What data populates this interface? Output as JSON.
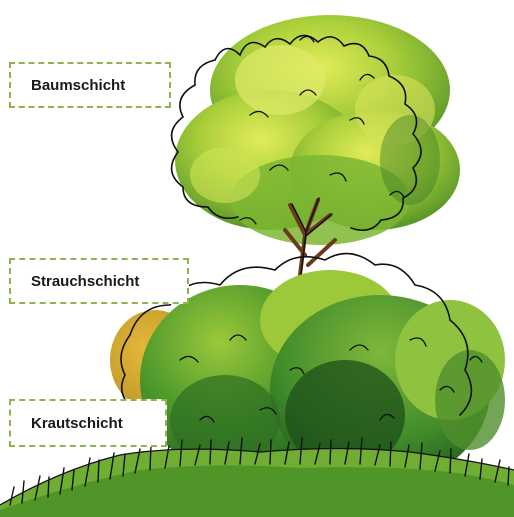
{
  "labels": {
    "tree_layer": "Baumschicht",
    "shrub_layer": "Strauchschicht",
    "herb_layer": "Krautschicht"
  },
  "colors": {
    "label_border": "#8db451",
    "label_text": "#1a1a1a",
    "foliage_light": "#b9d83a",
    "foliage_mid": "#5fa22e",
    "foliage_dark": "#1f5e1c",
    "foliage_autumn": "#d6a62a",
    "trunk": "#6b3a1e",
    "ink": "#111111"
  }
}
